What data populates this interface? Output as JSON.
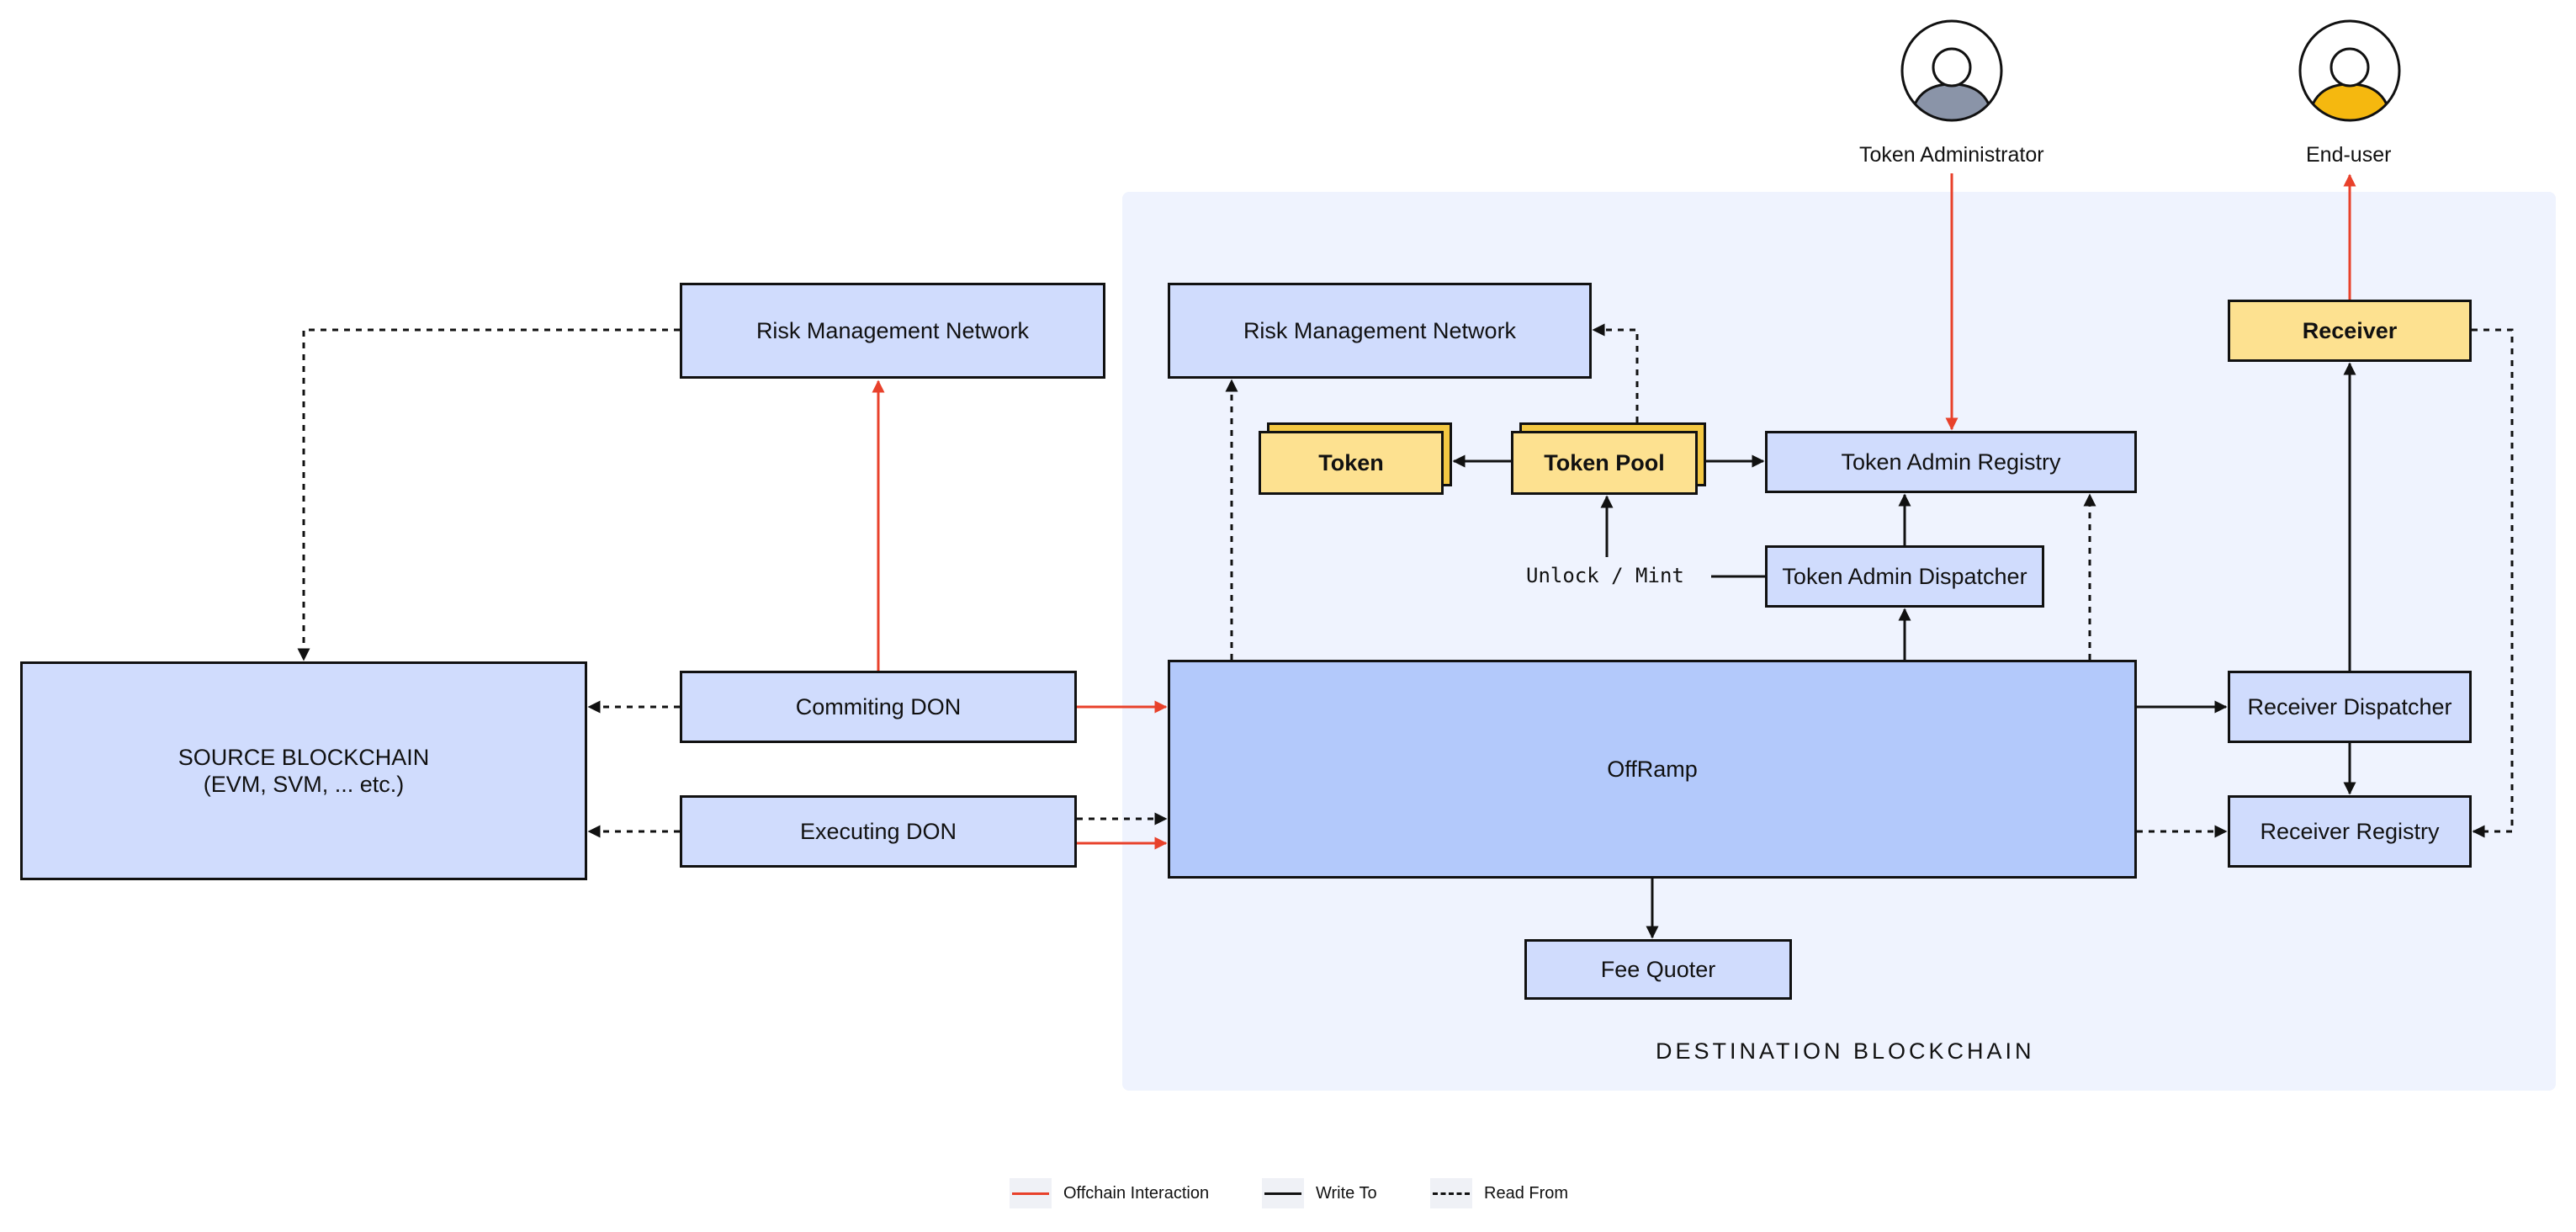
{
  "nodes": {
    "source_blockchain": [
      "SOURCE BLOCKCHAIN",
      "(EVM, SVM, ... etc.)"
    ],
    "risk_mgmt_source": "Risk Management Network",
    "committing_don": "Commiting DON",
    "executing_don": "Executing DON",
    "risk_mgmt_dest": "Risk Management Network",
    "token": "Token",
    "token_pool": "Token Pool",
    "token_admin_registry": "Token Admin Registry",
    "token_admin_dispatcher": "Token Admin Dispatcher",
    "unlock_mint": "Unlock / Mint",
    "offramp": "OffRamp",
    "fee_quoter": "Fee Quoter",
    "receiver": "Receiver",
    "receiver_dispatcher": "Receiver Dispatcher",
    "receiver_registry": "Receiver Registry"
  },
  "actors": {
    "token_administrator": "Token Administrator",
    "end_user": "End-user"
  },
  "region": {
    "title": "DESTINATION BLOCKCHAIN"
  },
  "legend": {
    "offchain": "Offchain Interaction",
    "write_to": "Write To",
    "read_from": "Read From"
  },
  "colors": {
    "offchain": "#e8412b",
    "write": "#111111",
    "box_light": "#d0dcfd",
    "box_dark": "#b3c9fb",
    "box_yellow": "#fde190",
    "region_bg": "#eff3fe",
    "admin_avatar": "#8a94a8",
    "user_avatar": "#f5b80f"
  }
}
